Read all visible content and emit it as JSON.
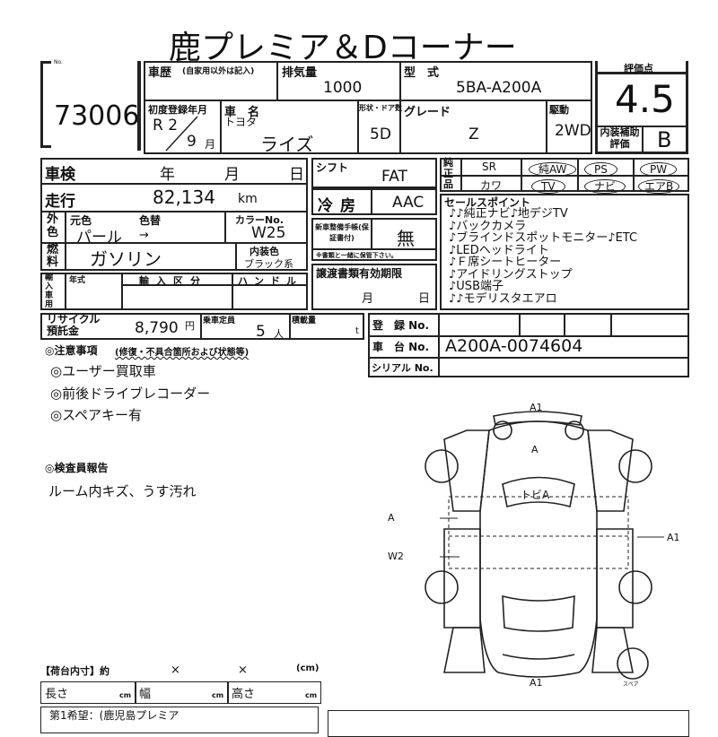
{
  "title": "鹿プレミア＆Dコーナー",
  "lot": {
    "label": "No.",
    "number": "73006"
  },
  "history": {
    "label": "車歴",
    "note": "(自家用以外は記入)"
  },
  "displacement": {
    "label": "排気量",
    "value": "1000"
  },
  "model_code": {
    "label": "型　式",
    "value": "5BA-A200A"
  },
  "first_reg": {
    "label": "初度登録年月",
    "year": "R 2",
    "month": "9",
    "month_unit": "月"
  },
  "car_name": {
    "label": "車　名",
    "maker": "トヨタ",
    "value": "ライズ"
  },
  "doors": {
    "label": "形状・ドア数",
    "value": "5D"
  },
  "grade": {
    "label": "グレード",
    "value": "Z"
  },
  "drive": {
    "label": "駆動",
    "value": "2WD"
  },
  "score": {
    "label": "評価点",
    "value": "4.5",
    "interior_label": "内装補助評価",
    "interior_value": "B"
  },
  "inspection": {
    "label": "車検",
    "year": "年",
    "month": "月",
    "day": "日"
  },
  "mileage": {
    "label": "走行",
    "value": "82,134",
    "unit": "km"
  },
  "color": {
    "label": "外色",
    "orig_label": "元色",
    "change_label": "色替",
    "orig": "パール",
    "change": "→",
    "no_label": "カラーNo.",
    "no": "W25"
  },
  "fuel": {
    "label": "燃料",
    "value": "ガソリン",
    "interior_label": "内装色",
    "interior": "ブラック系"
  },
  "import": {
    "label": "輸入車用",
    "year": "年式",
    "category": "輸入区分",
    "handle": "ハンドル"
  },
  "shift": {
    "label": "シフト",
    "value": "FAT"
  },
  "ac": {
    "label": "冷房",
    "value": "AAC"
  },
  "manual": {
    "label": "新車整備手帳(保証書付)",
    "value": "無",
    "note": "※書類と一緒に保管下さい。"
  },
  "transfer": {
    "label": "譲渡書類有効期限",
    "month": "月",
    "day": "日"
  },
  "equipment": {
    "label": "純正品",
    "items": [
      "SR",
      "純AW",
      "PS",
      "PW",
      "カワ",
      "TV",
      "ナビ",
      "エアB"
    ],
    "circled": [
      "純AW",
      "PS",
      "PW",
      "TV",
      "ナビ",
      "エアB"
    ]
  },
  "sales_points": {
    "label": "セールスポイント",
    "items": [
      "♪♪純正ナビ♪地デジTV",
      "♪バックカメラ",
      "♪ブラインドスポットモニター♪ETC",
      "♪LEDヘッドライト",
      "♪Ｆ席シートヒーター",
      "♪アイドリングストップ",
      "♪USB端子",
      "♪♪モデリスタエアロ"
    ]
  },
  "recycle": {
    "label": "リサイクル預託金",
    "value": "8,790",
    "unit": "円"
  },
  "capacity": {
    "label": "乗車定員",
    "value": "5",
    "unit": "人"
  },
  "load": {
    "label": "積載量",
    "unit": "t"
  },
  "registration": {
    "reg_label": "登　録 No.",
    "chassis_label": "車　台 No.",
    "chassis": "A200A-0074604",
    "serial_label": "シリアル No."
  },
  "notes": {
    "label": "◎注意事項",
    "sub": "(修復・不具合箇所および状態等)",
    "items": [
      "◎ユーザー買取車",
      "◎前後ドライブレコーダー",
      "◎スペアキー有"
    ]
  },
  "inspector": {
    "label": "◎検査員報告",
    "text": "ルーム内キズ、うす汚れ"
  },
  "diagram": {
    "marks": [
      "A1",
      "A",
      "トビA",
      "A",
      "A1",
      "W2",
      "A1"
    ],
    "spare": "スペア"
  },
  "cargo": {
    "label": "【荷台内寸】約",
    "x": "×",
    "unit": "(cm)",
    "length": "長さ",
    "width": "幅",
    "height": "高さ",
    "cm": "cm"
  },
  "bottom": {
    "text": "第1希望：(鹿児島プレミア"
  }
}
